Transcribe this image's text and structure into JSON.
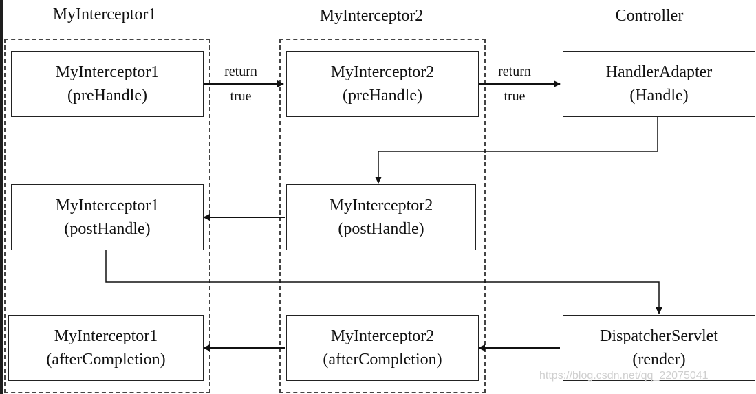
{
  "columns": {
    "col1": "MyInterceptor1",
    "col2": "MyInterceptor2",
    "col3": "Controller"
  },
  "nodes": {
    "pre1": {
      "line1": "MyInterceptor1",
      "line2": "(preHandle)"
    },
    "pre2": {
      "line1": "MyInterceptor2",
      "line2": "(preHandle)"
    },
    "handle": {
      "line1": "HandlerAdapter",
      "line2": "(Handle)"
    },
    "post1": {
      "line1": "MyInterceptor1",
      "line2": "(postHandle)"
    },
    "post2": {
      "line1": "MyInterceptor2",
      "line2": "(postHandle)"
    },
    "after1": {
      "line1": "MyInterceptor1",
      "line2": "(afterCompletion)"
    },
    "after2": {
      "line1": "MyInterceptor2",
      "line2": "(afterCompletion)"
    },
    "render": {
      "line1": "DispatcherServlet",
      "line2": "(render)"
    }
  },
  "edges": {
    "e1": {
      "line1": "return",
      "line2": "true"
    },
    "e2": {
      "line1": "return",
      "line2": "true"
    }
  },
  "watermark": "https://blog.csdn.net/qq_22075041"
}
